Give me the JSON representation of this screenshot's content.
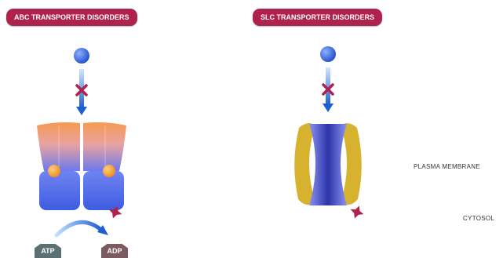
{
  "abc": {
    "title": "ABC TRANSPORTER DISORDERS",
    "atp_label": "ATP",
    "adp_label": "ADP"
  },
  "slc": {
    "title": "SLC TRANSPORTER DISORDERS"
  },
  "labels": {
    "membrane": "PLASMA MEMBRANE",
    "cytosol": "CYTOSOL"
  },
  "colors": {
    "pill": "#b0224e",
    "substrate": "#2f5fd6",
    "blocked_marker": "#b0224e",
    "abc_nbd": "#4f6fe6",
    "abc_tmd_top": "#f0955a",
    "slc_body": "#3c46b8",
    "slc_clamp": "#d6b22f"
  }
}
